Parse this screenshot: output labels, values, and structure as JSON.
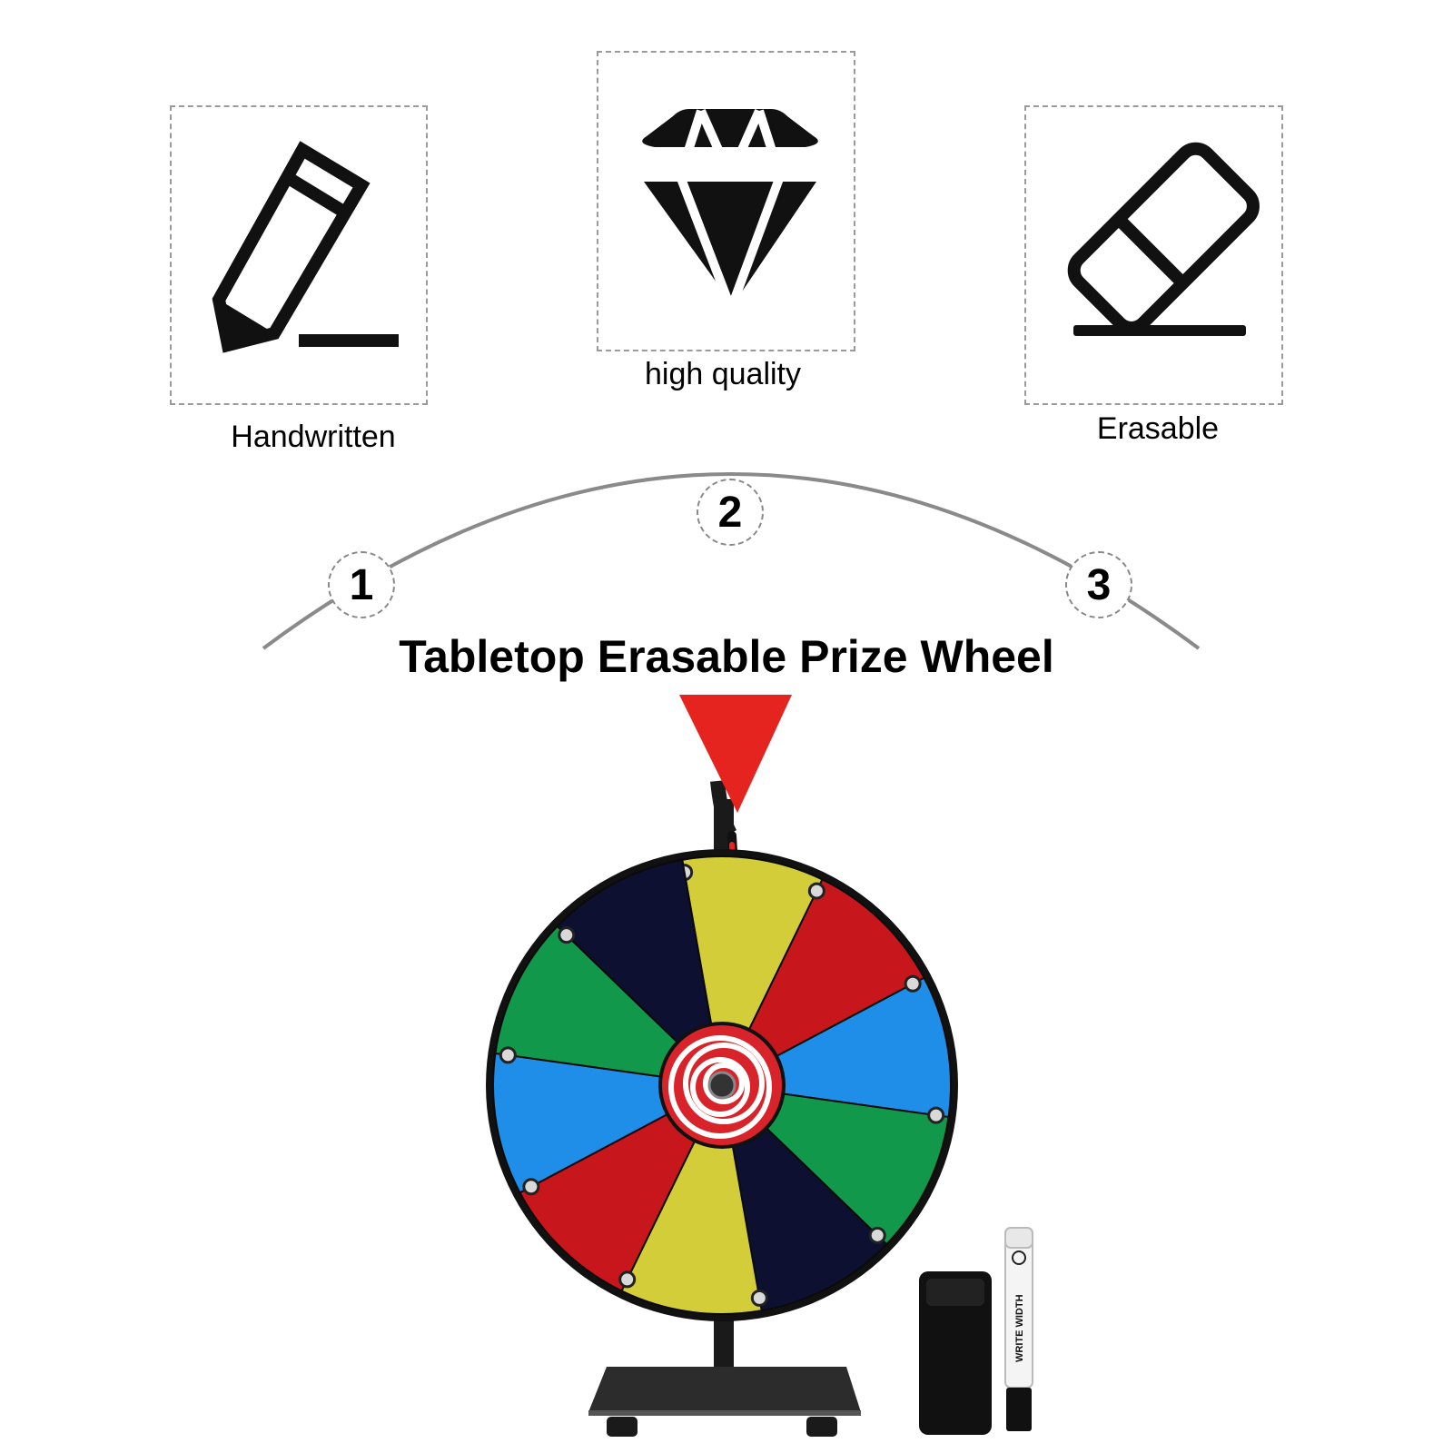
{
  "features": [
    {
      "label": "Handwritten",
      "icon": "pencil-icon"
    },
    {
      "label": "high quality",
      "icon": "diamond-icon"
    },
    {
      "label": "Erasable",
      "icon": "eraser-icon"
    }
  ],
  "steps": [
    "1",
    "2",
    "3"
  ],
  "title": "Tabletop Erasable Prize Wheel",
  "wheel": {
    "segment_colors": [
      "#d4cd3a",
      "#c8171c",
      "#1e8ee8",
      "#11984a",
      "#0d1030",
      "#d4cd3a",
      "#c8171c",
      "#1e8ee8",
      "#11984a",
      "#0d1030"
    ],
    "pointer_color": "#e52420",
    "hub_colors": [
      "#d8232a",
      "#ffffff"
    ]
  },
  "accessories": {
    "marker_text": "WRITE WIDTH",
    "marker_icon": "marker-icon",
    "eraser_icon": "felt-eraser-icon"
  }
}
